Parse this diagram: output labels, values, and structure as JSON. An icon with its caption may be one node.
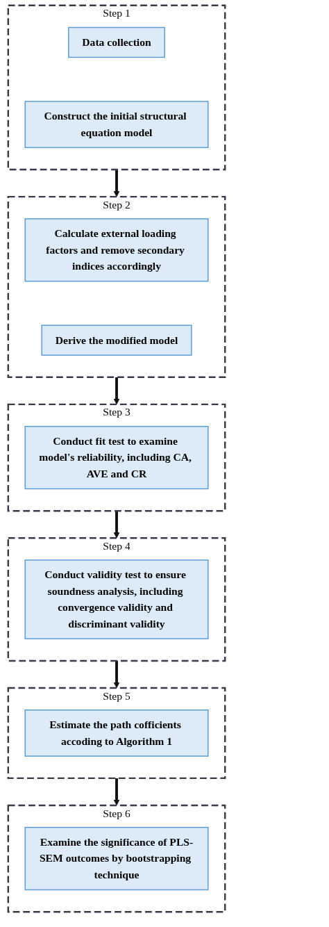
{
  "diagram": {
    "nodes": [
      {
        "text": [
          "Step 1"
        ]
      },
      {
        "text": [
          "Data collection"
        ],
        "in": 0
      },
      {
        "text": [
          "Construct the initial structural equation model"
        ],
        "in": 0
      },
      {
        "text": [
          "Step 2"
        ]
      },
      {
        "text": [
          "Calculate external loading factors and remove secondary indices accordingly"
        ],
        "in": 3
      },
      {
        "text": [
          "Derive the modified model"
        ],
        "in": 3
      },
      {
        "text": [
          "Step 3"
        ]
      },
      {
        "text": [
          "Conduct fit test to examine model's reliability, including CA, AVE and CR"
        ],
        "in": 6
      },
      {
        "text": [
          "Step 4"
        ]
      },
      {
        "text": [
          "Conduct validity test to ensure soundness analysis, including convergence validity and discriminant validity"
        ],
        "in": 8
      },
      {
        "text": [
          "Step 5"
        ]
      },
      {
        "text": [
          "Estimate the path cofficients accoding to Algorithm 1"
        ],
        "in": 10
      },
      {
        "text": [
          "Step 6"
        ]
      },
      {
        "text": [
          "Examine the significance of PLS-SEM outcomes by bootstrapping technique"
        ],
        "in": 12
      }
    ],
    "edges": [
      {
        "from": 0,
        "to": 3,
        "arrow": "to"
      },
      {
        "from": 3,
        "to": 6,
        "arrow": "to"
      },
      {
        "from": 6,
        "to": 8,
        "arrow": "to"
      },
      {
        "from": 8,
        "to": 10,
        "arrow": "to"
      },
      {
        "from": 10,
        "to": 12,
        "arrow": "to"
      }
    ]
  }
}
